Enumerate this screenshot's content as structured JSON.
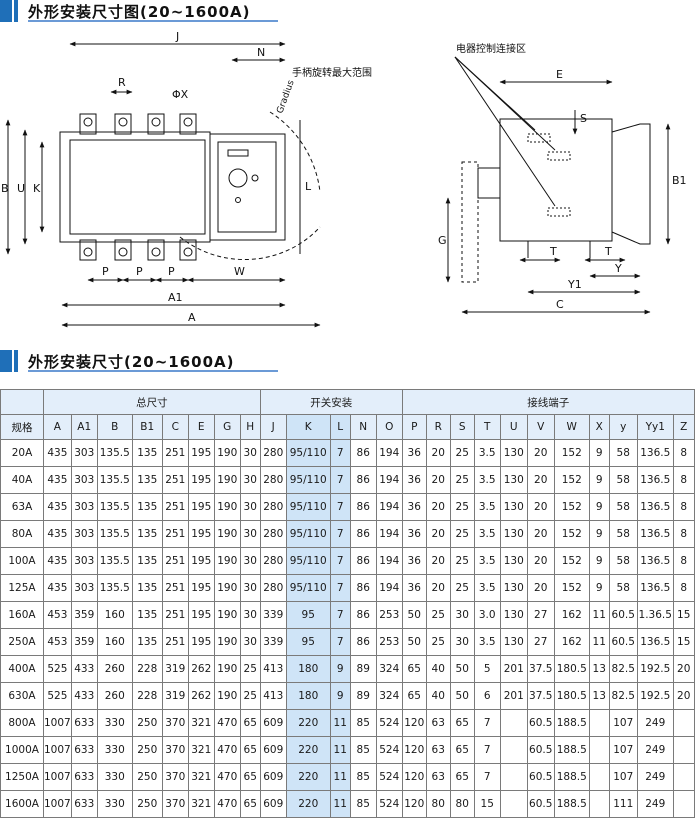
{
  "section1": {
    "title": "外形安装尺寸图(20~1600A)"
  },
  "section2": {
    "title": "外形安装尺寸(20~1600A)"
  },
  "drawing": {
    "labels": {
      "J": "J",
      "N": "N",
      "R": "R",
      "phiX": "ΦX",
      "handle_range": "手柄旋转最大范围",
      "radius": "Gradius",
      "L": "L",
      "B": "B",
      "U": "U",
      "K": "K",
      "P": "P",
      "W": "W",
      "A1": "A1",
      "A": "A",
      "control_zone": "电器控制连接区",
      "E": "E",
      "S": "S",
      "B1": "B1",
      "G": "G",
      "T": "T",
      "Y": "Y",
      "Y1": "Y1",
      "C": "C"
    }
  },
  "table": {
    "groups": {
      "total": "总尺寸",
      "switch": "开关安装",
      "terminal": "接线端子"
    },
    "columns": [
      "规格",
      "A",
      "A1",
      "B",
      "B1",
      "C",
      "E",
      "G",
      "H",
      "J",
      "K",
      "L",
      "N",
      "O",
      "P",
      "R",
      "S",
      "T",
      "U",
      "V",
      "W",
      "X",
      "y",
      "Yy1",
      "Z"
    ],
    "rows": [
      [
        "20A",
        "435",
        "303",
        "135.5",
        "135",
        "251",
        "195",
        "190",
        "30",
        "280",
        "95/110",
        "7",
        "86",
        "194",
        "36",
        "20",
        "25",
        "3.5",
        "130",
        "20",
        "152",
        "9",
        "58",
        "136.5",
        "8"
      ],
      [
        "40A",
        "435",
        "303",
        "135.5",
        "135",
        "251",
        "195",
        "190",
        "30",
        "280",
        "95/110",
        "7",
        "86",
        "194",
        "36",
        "20",
        "25",
        "3.5",
        "130",
        "20",
        "152",
        "9",
        "58",
        "136.5",
        "8"
      ],
      [
        "63A",
        "435",
        "303",
        "135.5",
        "135",
        "251",
        "195",
        "190",
        "30",
        "280",
        "95/110",
        "7",
        "86",
        "194",
        "36",
        "20",
        "25",
        "3.5",
        "130",
        "20",
        "152",
        "9",
        "58",
        "136.5",
        "8"
      ],
      [
        "80A",
        "435",
        "303",
        "135.5",
        "135",
        "251",
        "195",
        "190",
        "30",
        "280",
        "95/110",
        "7",
        "86",
        "194",
        "36",
        "20",
        "25",
        "3.5",
        "130",
        "20",
        "152",
        "9",
        "58",
        "136.5",
        "8"
      ],
      [
        "100A",
        "435",
        "303",
        "135.5",
        "135",
        "251",
        "195",
        "190",
        "30",
        "280",
        "95/110",
        "7",
        "86",
        "194",
        "36",
        "20",
        "25",
        "3.5",
        "130",
        "20",
        "152",
        "9",
        "58",
        "136.5",
        "8"
      ],
      [
        "125A",
        "435",
        "303",
        "135.5",
        "135",
        "251",
        "195",
        "190",
        "30",
        "280",
        "95/110",
        "7",
        "86",
        "194",
        "36",
        "20",
        "25",
        "3.5",
        "130",
        "20",
        "152",
        "9",
        "58",
        "136.5",
        "8"
      ],
      [
        "160A",
        "453",
        "359",
        "160",
        "135",
        "251",
        "195",
        "190",
        "30",
        "339",
        "95",
        "7",
        "86",
        "253",
        "50",
        "25",
        "30",
        "3.0",
        "130",
        "27",
        "162",
        "11",
        "60.5",
        "1.36.5",
        "15"
      ],
      [
        "250A",
        "453",
        "359",
        "160",
        "135",
        "251",
        "195",
        "190",
        "30",
        "339",
        "95",
        "7",
        "86",
        "253",
        "50",
        "25",
        "30",
        "3.5",
        "130",
        "27",
        "162",
        "11",
        "60.5",
        "136.5",
        "15"
      ],
      [
        "400A",
        "525",
        "433",
        "260",
        "228",
        "319",
        "262",
        "190",
        "25",
        "413",
        "180",
        "9",
        "89",
        "324",
        "65",
        "40",
        "50",
        "5",
        "201",
        "37.5",
        "180.5",
        "13",
        "82.5",
        "192.5",
        "20"
      ],
      [
        "630A",
        "525",
        "433",
        "260",
        "228",
        "319",
        "262",
        "190",
        "25",
        "413",
        "180",
        "9",
        "89",
        "324",
        "65",
        "40",
        "50",
        "6",
        "201",
        "37.5",
        "180.5",
        "13",
        "82.5",
        "192.5",
        "20"
      ],
      [
        "800A",
        "1007",
        "633",
        "330",
        "250",
        "370",
        "321",
        "470",
        "65",
        "609",
        "220",
        "11",
        "85",
        "524",
        "120",
        "63",
        "65",
        "7",
        "",
        "60.5",
        "188.5",
        "",
        "107",
        "249",
        ""
      ],
      [
        "1000A",
        "1007",
        "633",
        "330",
        "250",
        "370",
        "321",
        "470",
        "65",
        "609",
        "220",
        "11",
        "85",
        "524",
        "120",
        "63",
        "65",
        "7",
        "",
        "60.5",
        "188.5",
        "",
        "107",
        "249",
        ""
      ],
      [
        "1250A",
        "1007",
        "633",
        "330",
        "250",
        "370",
        "321",
        "470",
        "65",
        "609",
        "220",
        "11",
        "85",
        "524",
        "120",
        "63",
        "65",
        "7",
        "",
        "60.5",
        "188.5",
        "",
        "107",
        "249",
        ""
      ],
      [
        "1600A",
        "1007",
        "633",
        "330",
        "250",
        "370",
        "321",
        "470",
        "65",
        "609",
        "220",
        "11",
        "85",
        "524",
        "120",
        "80",
        "80",
        "15",
        "",
        "60.5",
        "188.5",
        "",
        "111",
        "249",
        ""
      ]
    ]
  }
}
